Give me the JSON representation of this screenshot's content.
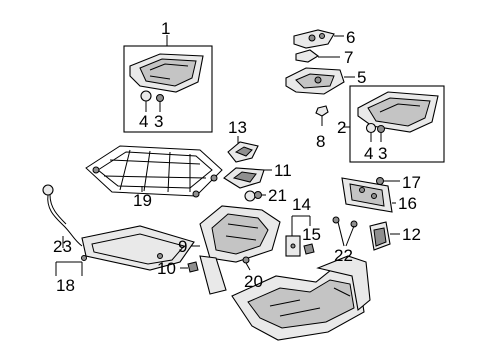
{
  "callouts": {
    "c1": "1",
    "c2": "2",
    "c3a": "3",
    "c3b": "3",
    "c4a": "4",
    "c4b": "4",
    "c5": "5",
    "c6": "6",
    "c7": "7",
    "c8": "8",
    "c9": "9",
    "c10": "10",
    "c11": "11",
    "c12": "12",
    "c13": "13",
    "c14": "14",
    "c15": "15",
    "c16": "16",
    "c17": "17",
    "c18": "18",
    "c19": "19",
    "c20": "20",
    "c21": "21",
    "c22": "22",
    "c23": "23"
  }
}
